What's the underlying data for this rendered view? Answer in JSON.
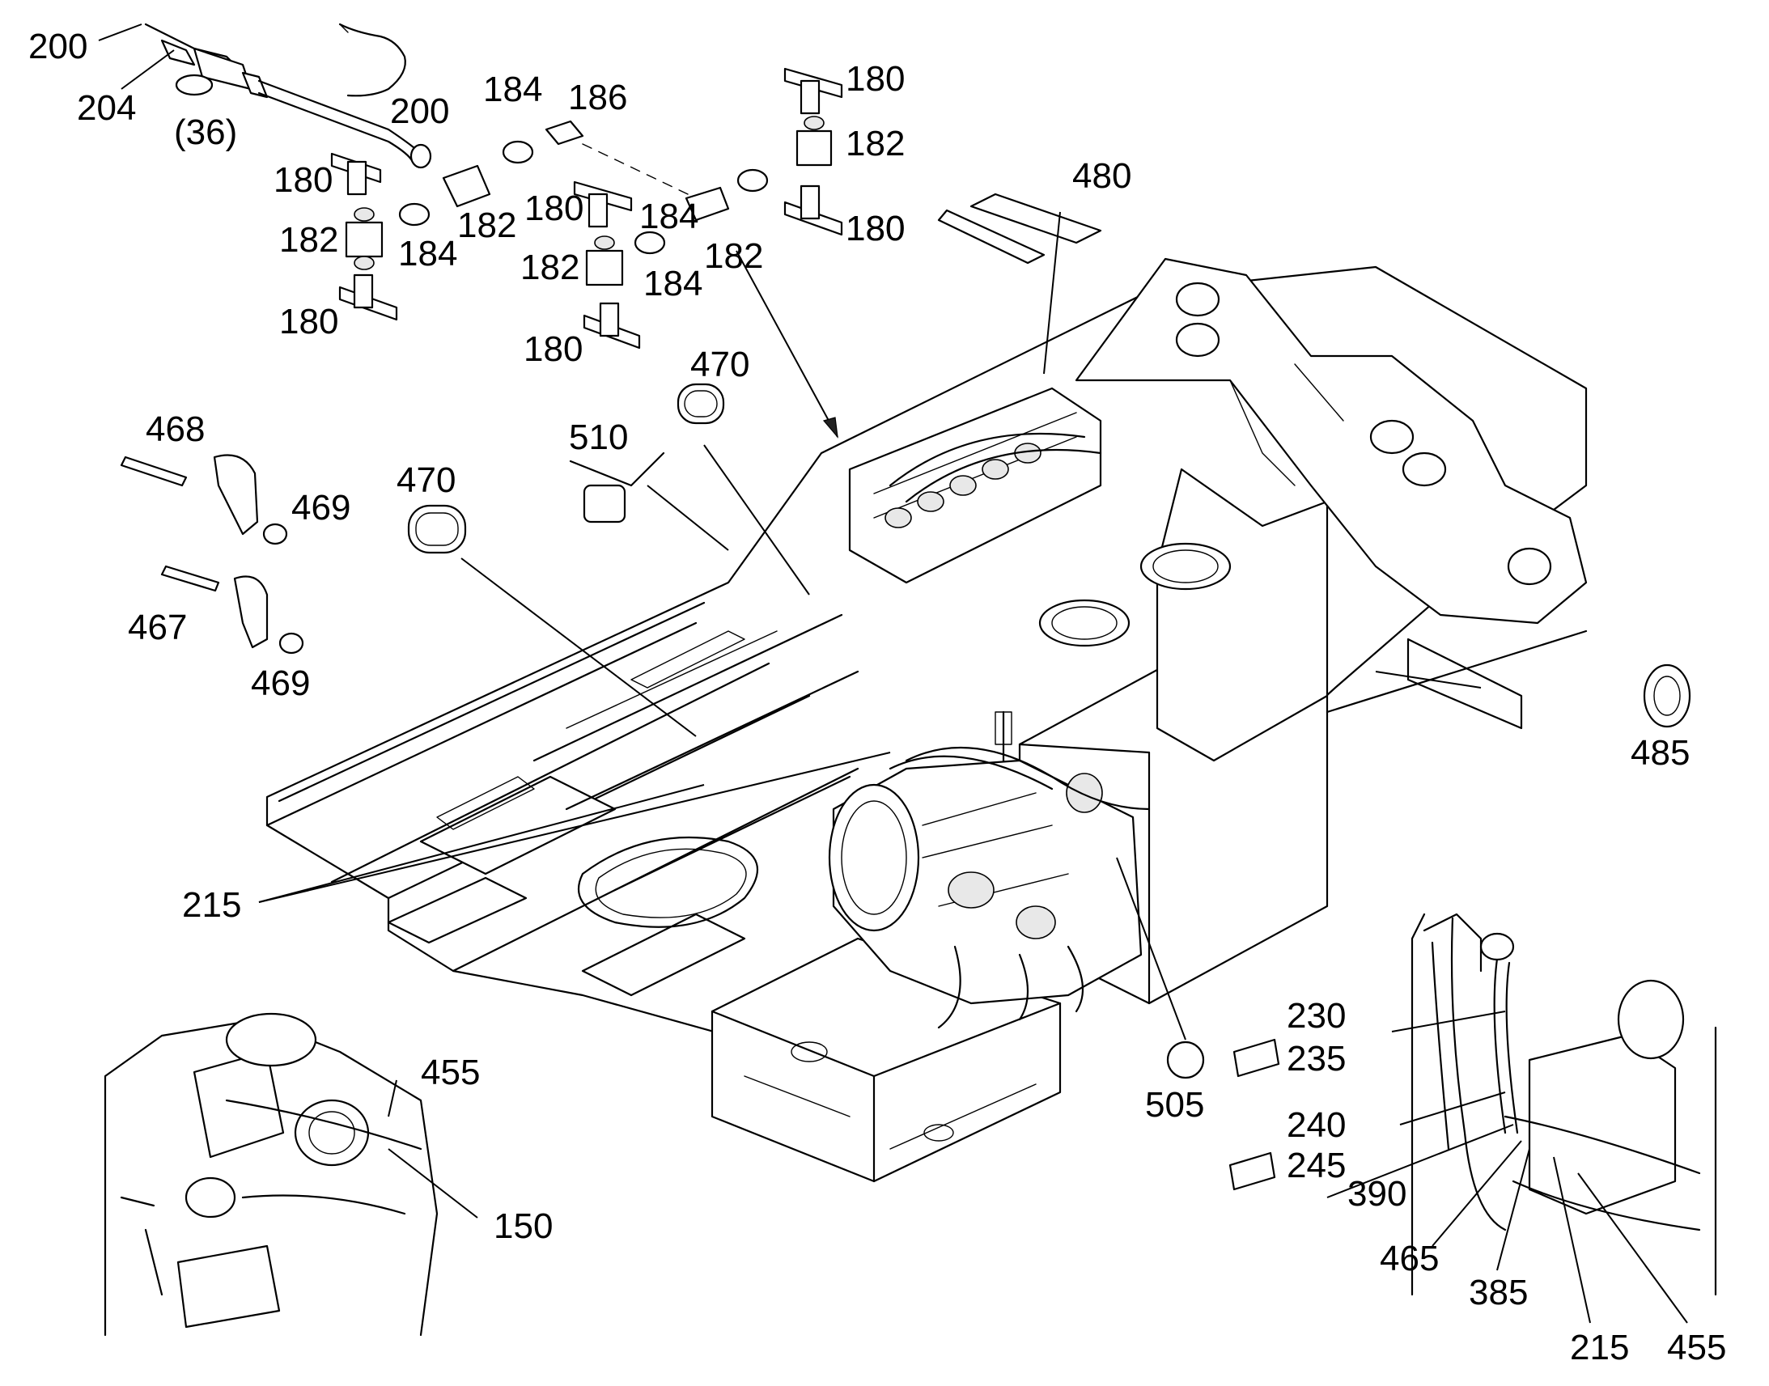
{
  "callouts": [
    "200",
    "204",
    "(36)",
    "200",
    "184",
    "186",
    "180",
    "182",
    "180",
    "184",
    "182",
    "180",
    "182",
    "184",
    "180",
    "180",
    "182",
    "184",
    "182",
    "180",
    "180",
    "480",
    "470",
    "468",
    "510",
    "469",
    "470",
    "467",
    "469",
    "485",
    "215",
    "230",
    "235",
    "455",
    "505",
    "240",
    "245",
    "390",
    "150",
    "465",
    "385",
    "215",
    "455"
  ]
}
